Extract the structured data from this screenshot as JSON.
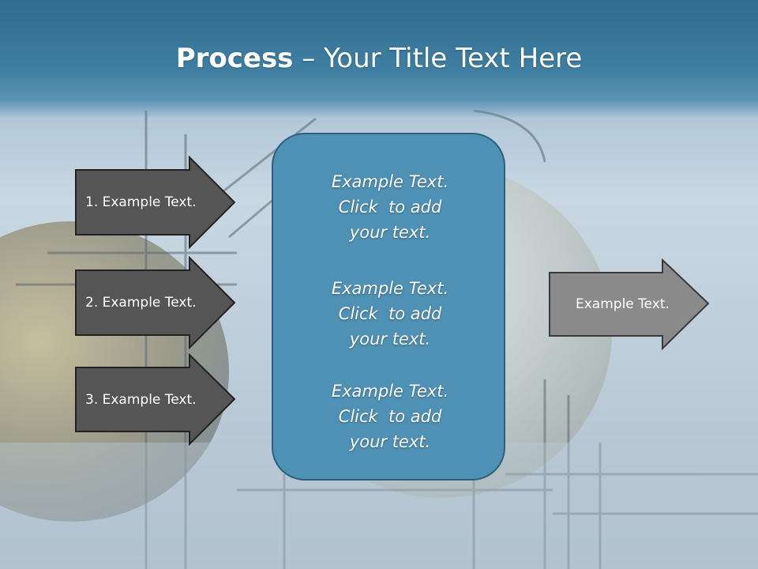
{
  "title": {
    "bold": "Process",
    "rest": " – Your Title Text Here"
  },
  "left_arrows": [
    {
      "label": "1. Example Text."
    },
    {
      "label": "2. Example Text."
    },
    {
      "label": "3. Example Text."
    }
  ],
  "center_box": {
    "paragraphs": [
      {
        "lines": [
          "Example Text.",
          "Click  to add",
          "your text."
        ]
      },
      {
        "lines": [
          "Example Text.",
          "Click  to add",
          "your text."
        ]
      },
      {
        "lines": [
          "Example Text.",
          "Click  to add",
          "your text."
        ]
      }
    ]
  },
  "right_arrow": {
    "label": "Example Text."
  },
  "colors": {
    "title_band": "#2f6c8f",
    "center_box_fill": "#4f91b5",
    "left_arrow_fill": "#555555",
    "right_arrow_fill": "#8a8a8a"
  }
}
